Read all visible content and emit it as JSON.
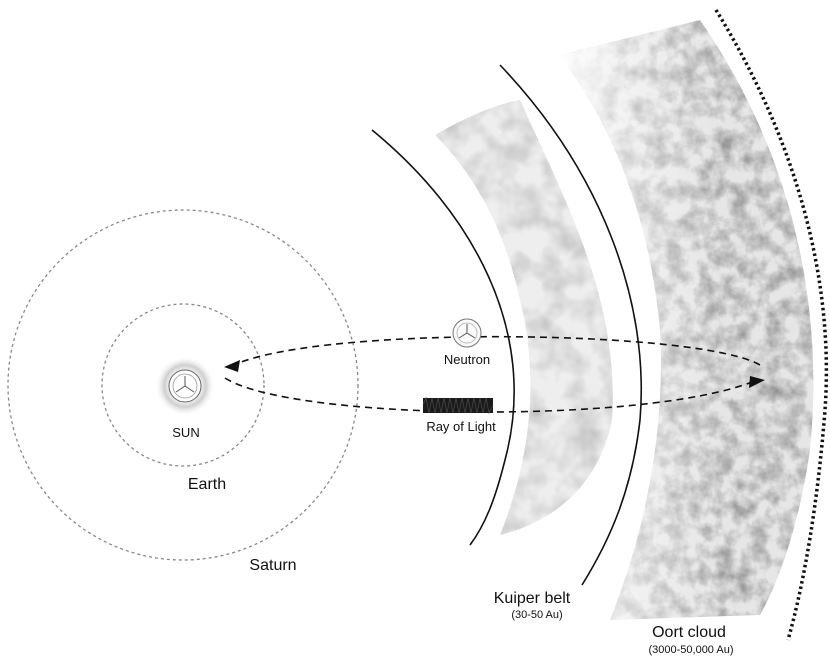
{
  "labels": {
    "sun": "SUN",
    "earth": "Earth",
    "saturn": "Saturn",
    "neutron": "Neutron",
    "ray_of_light": "Ray of Light",
    "kuiper_belt": "Kuiper belt",
    "kuiper_range": "(30-50 Au)",
    "oort_cloud": "Oort cloud",
    "oort_range": "(3000-50,000 Au)"
  },
  "colors": {
    "orbit": "#888888",
    "boundary": "#111111",
    "trajectory": "#111111"
  }
}
